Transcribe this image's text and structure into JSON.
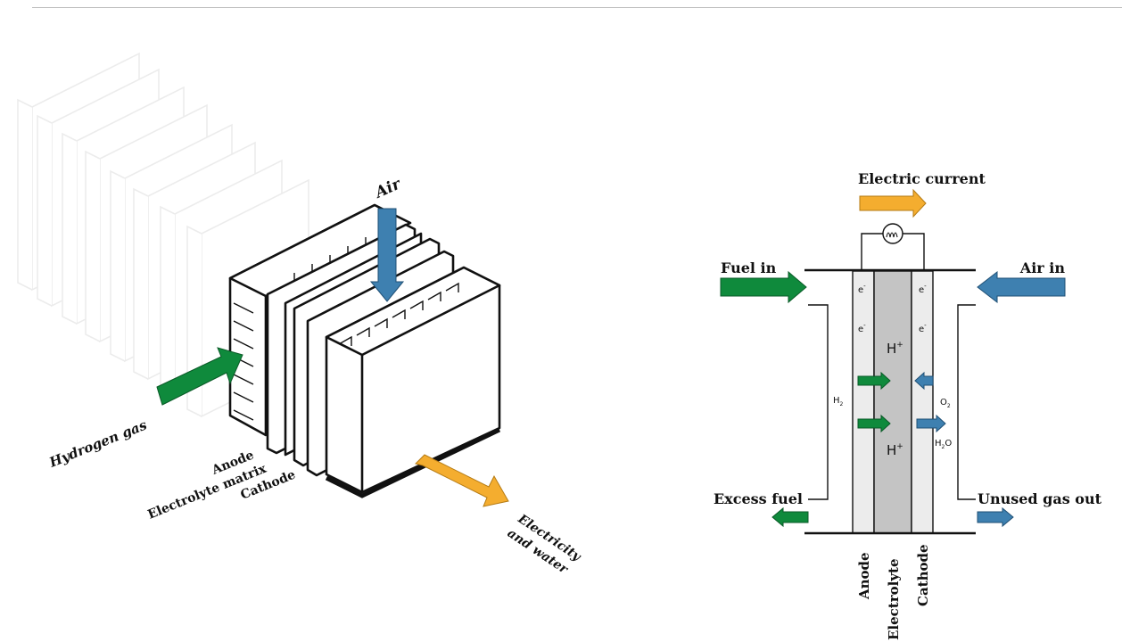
{
  "stack": {
    "labels": {
      "air": "Air",
      "hydrogen": "Hydrogen gas",
      "anode": "Anode",
      "electrolyte": "Electrolyte matrix",
      "cathode": "Cathode",
      "output_1": "Electricity",
      "output_2": "and water"
    }
  },
  "cell": {
    "labels": {
      "current": "Electric current",
      "fuel_in": "Fuel in",
      "air_in": "Air in",
      "excess_fuel": "Excess fuel",
      "unused_gas": "Unused gas out",
      "anode": "Anode",
      "electrolyte": "Electrolyte",
      "cathode": "Cathode",
      "electron": "e",
      "electron_sup": "-",
      "proton": "H",
      "proton_sup": "+",
      "h2": "H",
      "h2_sub": "2",
      "o2": "O",
      "o2_sub": "2",
      "h2o_h": "H",
      "h2o_sub": "2",
      "h2o_o": "O"
    }
  },
  "colors": {
    "green": "#0f8a3c",
    "blue": "#3e80b0",
    "orange": "#f4ad2f",
    "electrolyte": "#c4c4c4",
    "electrode": "#ececec"
  }
}
